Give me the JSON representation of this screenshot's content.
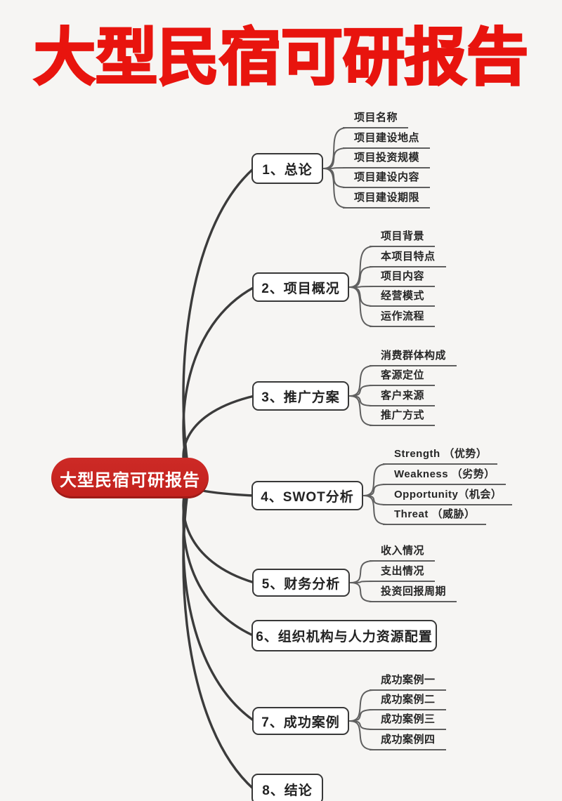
{
  "page": {
    "title": "大型民宿可研报告",
    "title_color": "#e8140e",
    "background": "#f6f5f3"
  },
  "colors": {
    "trunk_line": "#3b3b3b",
    "leaf_line": "#5f5f5f",
    "box_border": "#383838",
    "center_fill": "#cd2a26"
  },
  "mindmap": {
    "center": {
      "label": "大型民宿可研报告",
      "text_color": "#ffffff"
    },
    "branches": [
      {
        "label": "1、总论",
        "children": [
          "项目名称",
          "项目建设地点",
          "项目投资规模",
          "项目建设内容",
          "项目建设期限"
        ]
      },
      {
        "label": "2、项目概况",
        "children": [
          "项目背景",
          "本项目特点",
          "项目内容",
          "经营模式",
          "运作流程"
        ]
      },
      {
        "label": "3、推广方案",
        "children": [
          "消费群体构成",
          "客源定位",
          "客户来源",
          "推广方式"
        ]
      },
      {
        "label": "4、SWOT分析",
        "children": [
          "Strength （优势）",
          "Weakness （劣势）",
          "Opportunity（机会）",
          "Threat （威胁）"
        ]
      },
      {
        "label": "5、财务分析",
        "children": [
          "收入情况",
          "支出情况",
          "投资回报周期"
        ]
      },
      {
        "label": "6、组织机构与人力资源配置",
        "children": []
      },
      {
        "label": "7、成功案例",
        "children": [
          "成功案例一",
          "成功案例二",
          "成功案例三",
          "成功案例四"
        ]
      },
      {
        "label": "8、结论",
        "children": []
      }
    ]
  }
}
